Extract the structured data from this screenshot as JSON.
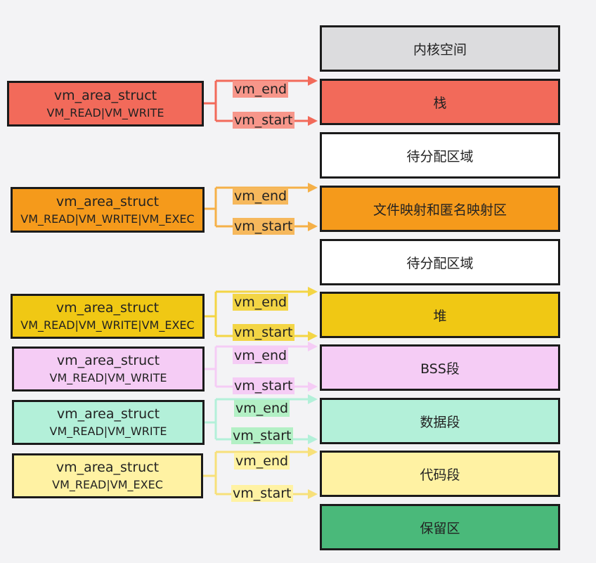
{
  "segments": [
    {
      "id": "kernel",
      "label": "内核空间",
      "color": "#dcdcde"
    },
    {
      "id": "stack",
      "label": "栈",
      "color": "#f26a5a"
    },
    {
      "id": "free1",
      "label": "待分配区域",
      "color": "#ffffff"
    },
    {
      "id": "mmap",
      "label": "文件映射和匿名映射区",
      "color": "#f59a1b"
    },
    {
      "id": "free2",
      "label": "待分配区域",
      "color": "#ffffff"
    },
    {
      "id": "heap",
      "label": "堆",
      "color": "#f0c814"
    },
    {
      "id": "bss",
      "label": "BSS段",
      "color": "#f5ccf5"
    },
    {
      "id": "data",
      "label": "数据段",
      "color": "#b3f0d9"
    },
    {
      "id": "code",
      "label": "代码段",
      "color": "#fff2a3"
    },
    {
      "id": "reserved",
      "label": "保留区",
      "color": "#4ab97a"
    }
  ],
  "vmas": [
    {
      "id": "stack-vma",
      "title": "vm_area_struct",
      "perms": "VM_READ|VM_WRITE",
      "color": "#f26a5a",
      "line_color": "#f26a5a",
      "tag_color": "#f7968a",
      "end_label": "vm_end",
      "start_label": "vm_start"
    },
    {
      "id": "mmap-vma",
      "title": "vm_area_struct",
      "perms": "VM_READ|VM_WRITE|VM_EXEC",
      "color": "#f59a1b",
      "line_color": "#f5b048",
      "tag_color": "#f6b85c",
      "end_label": "vm_end",
      "start_label": "vm_start"
    },
    {
      "id": "heap-vma",
      "title": "vm_area_struct",
      "perms": "VM_READ|VM_WRITE|VM_EXEC",
      "color": "#f0c814",
      "line_color": "#f3d545",
      "tag_color": "#f3d545",
      "end_label": "vm_end",
      "start_label": "vm_start"
    },
    {
      "id": "bss-vma",
      "title": "vm_area_struct",
      "perms": "VM_READ|VM_WRITE",
      "color": "#f5ccf5",
      "line_color": "#f5ccf5",
      "tag_color": "#f5ccf5",
      "end_label": "vm_end",
      "start_label": "vm_start"
    },
    {
      "id": "data-vma",
      "title": "vm_area_struct",
      "perms": "VM_READ|VM_WRITE",
      "color": "#b3f0d9",
      "line_color": "#b3f0d9",
      "tag_color": "#b3f0c5",
      "end_label": "vm_end",
      "start_label": "vm_start"
    },
    {
      "id": "code-vma",
      "title": "vm_area_struct",
      "perms": "VM_READ|VM_EXEC",
      "color": "#fff2a3",
      "line_color": "#f7e07a",
      "tag_color": "#fff2a3",
      "end_label": "vm_end",
      "start_label": "vm_start"
    }
  ]
}
